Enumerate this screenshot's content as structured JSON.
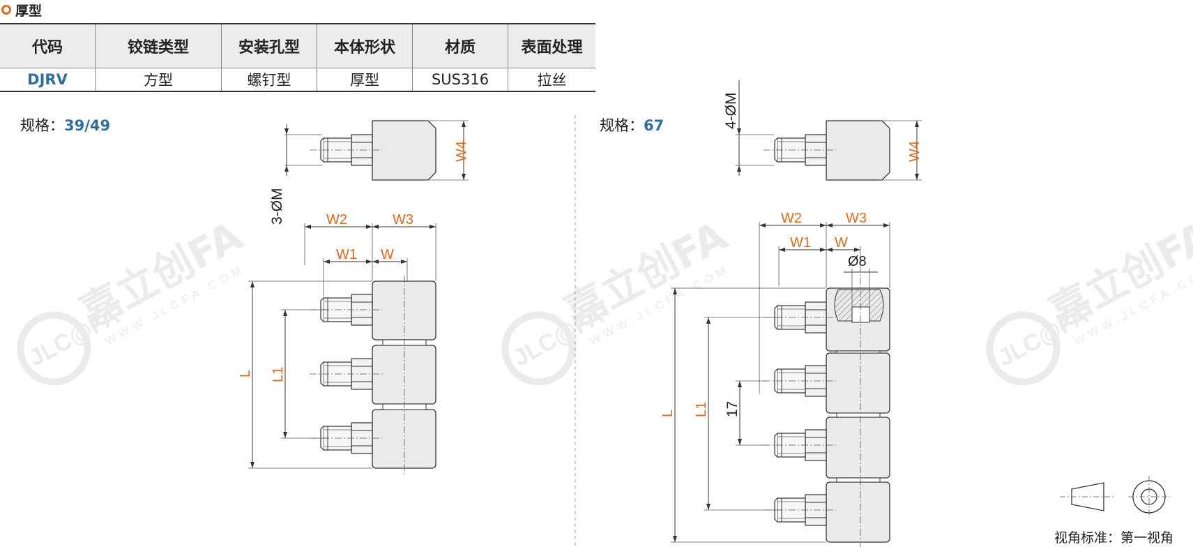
{
  "header": {
    "title": "厚型"
  },
  "table": {
    "headers": [
      "代码",
      "铰链类型",
      "安装孔型",
      "本体形状",
      "材质",
      "表面处理"
    ],
    "row": [
      "DJRV",
      "方型",
      "螺钉型",
      "厚型",
      "SUS316",
      "拉丝"
    ]
  },
  "spec_left": {
    "label": "规格：",
    "value": "39/49"
  },
  "spec_right": {
    "label": "规格：",
    "value": "67"
  },
  "dims": {
    "left_hole": "3-ØM",
    "right_hole": "4-ØM",
    "w4": "W4",
    "w2": "W2",
    "w3": "W3",
    "w1": "W1",
    "w": "W",
    "l": "L",
    "l1": "L1",
    "dia8": "Ø8",
    "d17": "17"
  },
  "watermark": {
    "brand": "嘉立创FA",
    "url": "WWW.JLCFA.COM",
    "logo": "JLC@FA"
  },
  "caption": "视角标准：第一视角",
  "colors": {
    "accent": "#e06a1c",
    "code_blue": "#2f6f9f",
    "line": "#333333",
    "body_fill": "#eaeaea",
    "header_fill": "#ececec"
  }
}
